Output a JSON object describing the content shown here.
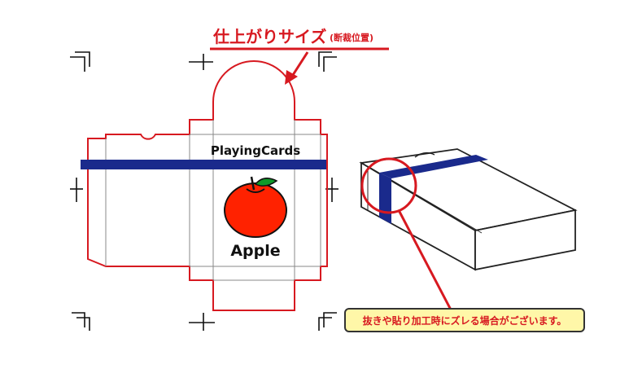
{
  "title": {
    "main": "仕上がりサイズ",
    "sub": "(断裁位置)"
  },
  "box_front": {
    "brand": "PlayingCards",
    "product": "Apple"
  },
  "note": "抜きや貼り加工時にズレる場合がございます。",
  "colors": {
    "cut_line": "#d71920",
    "band": "#1a2a8c",
    "apple": "#ff2200",
    "leaf": "#0f9a2a",
    "note_bg": "#fff7a8"
  }
}
